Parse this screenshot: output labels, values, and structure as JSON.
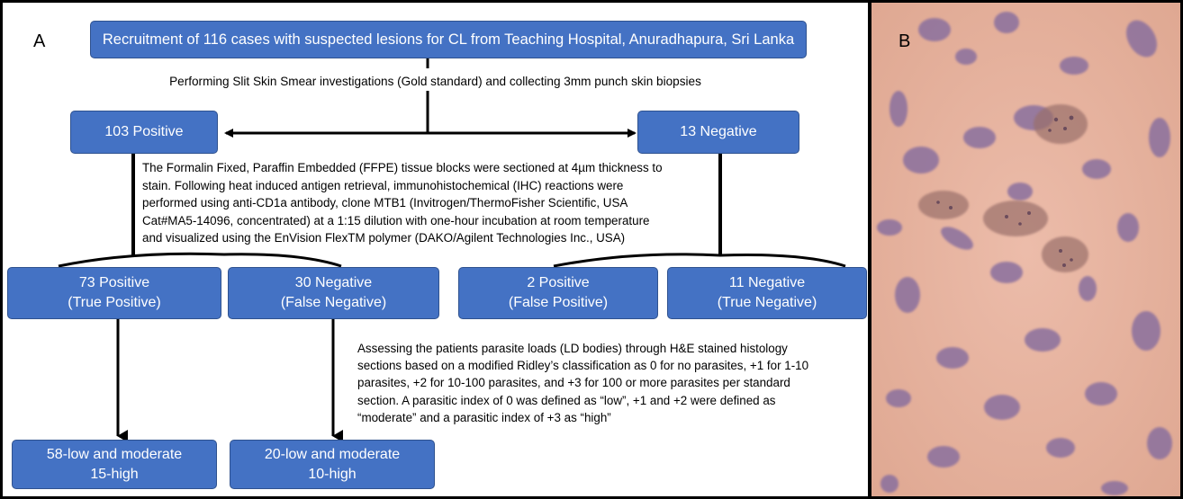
{
  "panel_a": {
    "letter": "A",
    "top_box": "Recruitment of 116 cases with suspected lesions for CL from Teaching Hospital, Anuradhapura, Sri Lanka",
    "step1_text": "Performing Slit Skin Smear investigations (Gold standard) and collecting 3mm punch skin biopsies",
    "positive_box": "103 Positive",
    "negative_box": "13 Negative",
    "ihc_text": [
      "The Formalin Fixed, Paraffin Embedded (FFPE) tissue blocks were sectioned at 4µm thickness to",
      "stain. Following heat induced antigen retrieval, immunohistochemical (IHC) reactions were",
      "performed using anti-CD1a antibody, clone MTB1 (Invitrogen/ThermoFisher  Scientific, USA",
      "Cat#MA5-14096, concentrated) at a 1:15 dilution with one-hour incubation at room temperature",
      "and visualized using the EnVision FlexTM polymer (DAKO/Agilent Technologies Inc., USA)"
    ],
    "result_boxes": [
      {
        "line1": "73 Positive",
        "line2": "(True Positive)"
      },
      {
        "line1": "30 Negative",
        "line2": "(False Negative)"
      },
      {
        "line1": "2 Positive",
        "line2": "(False Positive)"
      },
      {
        "line1": "11 Negative",
        "line2": "(True Negative)"
      }
    ],
    "assess_text": [
      "Assessing the patients parasite loads (LD bodies) through H&E stained histology",
      "sections based on a modified Ridley’s classification as 0 for no parasites, +1 for 1-10",
      "parasites, +2 for 10-100 parasites, and +3 for 100 or more parasites per standard",
      "section. A parasitic index of 0 was defined as “low”, +1 and +2 were defined as",
      "“moderate” and a parasitic index of +3 as “high”"
    ],
    "load_boxes": [
      {
        "line1": "58-low and moderate",
        "line2": "15-high"
      },
      {
        "line1": "20-low and moderate",
        "line2": "10-high"
      }
    ]
  },
  "panel_b": {
    "letter": "B"
  },
  "colors": {
    "box_fill": "#4472c4",
    "box_border": "#2f528f",
    "micrograph_background": "#e7b3a2",
    "nuclei": "#8a6f9e"
  }
}
